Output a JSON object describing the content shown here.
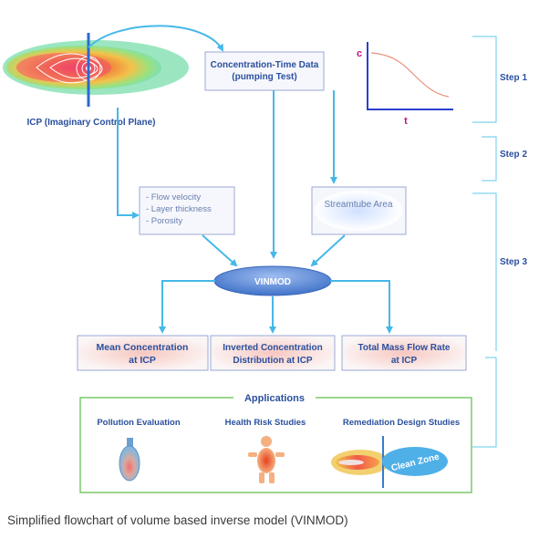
{
  "icp_label": "ICP (Imaginary Control Plane)",
  "boxes": {
    "concentration_time_line1": "Concentration-Time Data",
    "concentration_time_line2": "(pumping Test)",
    "params": [
      "- Flow velocity",
      "- Layer thickness",
      "- Porosity"
    ],
    "streamtube": "Streamtube Area",
    "vinmod": "VINMOD",
    "mean_line1": "Mean Concentration",
    "mean_line2": "at ICP",
    "inverted_line1": "Inverted Concentration",
    "inverted_line2": "Distribution at ICP",
    "total_line1": "Total Mass Flow Rate",
    "total_line2": "at ICP"
  },
  "mini_chart": {
    "y_label": "c",
    "x_label": "t",
    "type": "line",
    "trend": "decreasing (sigmoid)"
  },
  "steps": [
    "Step 1",
    "Step 2",
    "Step 3"
  ],
  "applications": {
    "title": "Applications",
    "items": [
      "Pollution Evaluation",
      "Health Risk Studies",
      "Remediation Design Studies"
    ],
    "clean_zone": "Clean Zone"
  },
  "caption": "Simplified flowchart of volume based inverse model (VINMOD)",
  "colors": {
    "arrow": "#45b8e8",
    "step_bracket": "#7fd3ec",
    "applications_border": "#7cc86a",
    "title_text": "#2a4f9e",
    "chart_axis": "#2a3fd0",
    "chart_curve": "#e8907a",
    "chart_letters": "#c0148a"
  }
}
